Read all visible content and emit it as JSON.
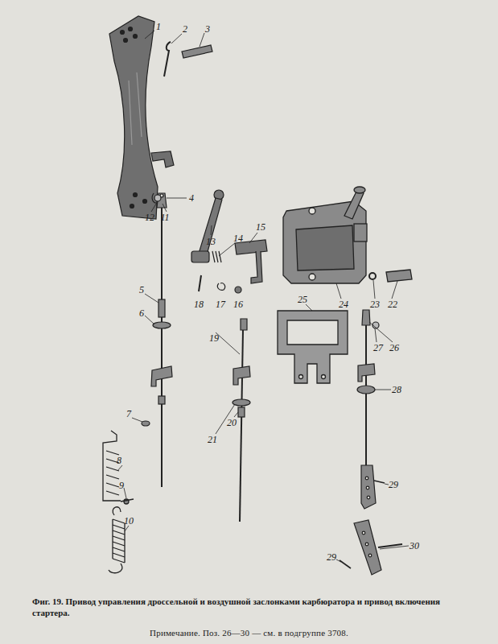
{
  "diagram": {
    "caption": "Фиг. 19. Привод управления дроссельной и воздушной заслонками карбюратора и привод включения стартера.",
    "labels": [
      "1",
      "2",
      "3",
      "4",
      "12",
      "11",
      "13",
      "14",
      "15",
      "24",
      "23",
      "22",
      "18",
      "17",
      "16",
      "5",
      "6",
      "19",
      "25",
      "27",
      "26",
      "20",
      "21",
      "28",
      "7",
      "8",
      "9",
      "29",
      "10",
      "29",
      "30",
      "Примечание. Поз. 26—30 — см. в подгруппе 3708."
    ]
  }
}
